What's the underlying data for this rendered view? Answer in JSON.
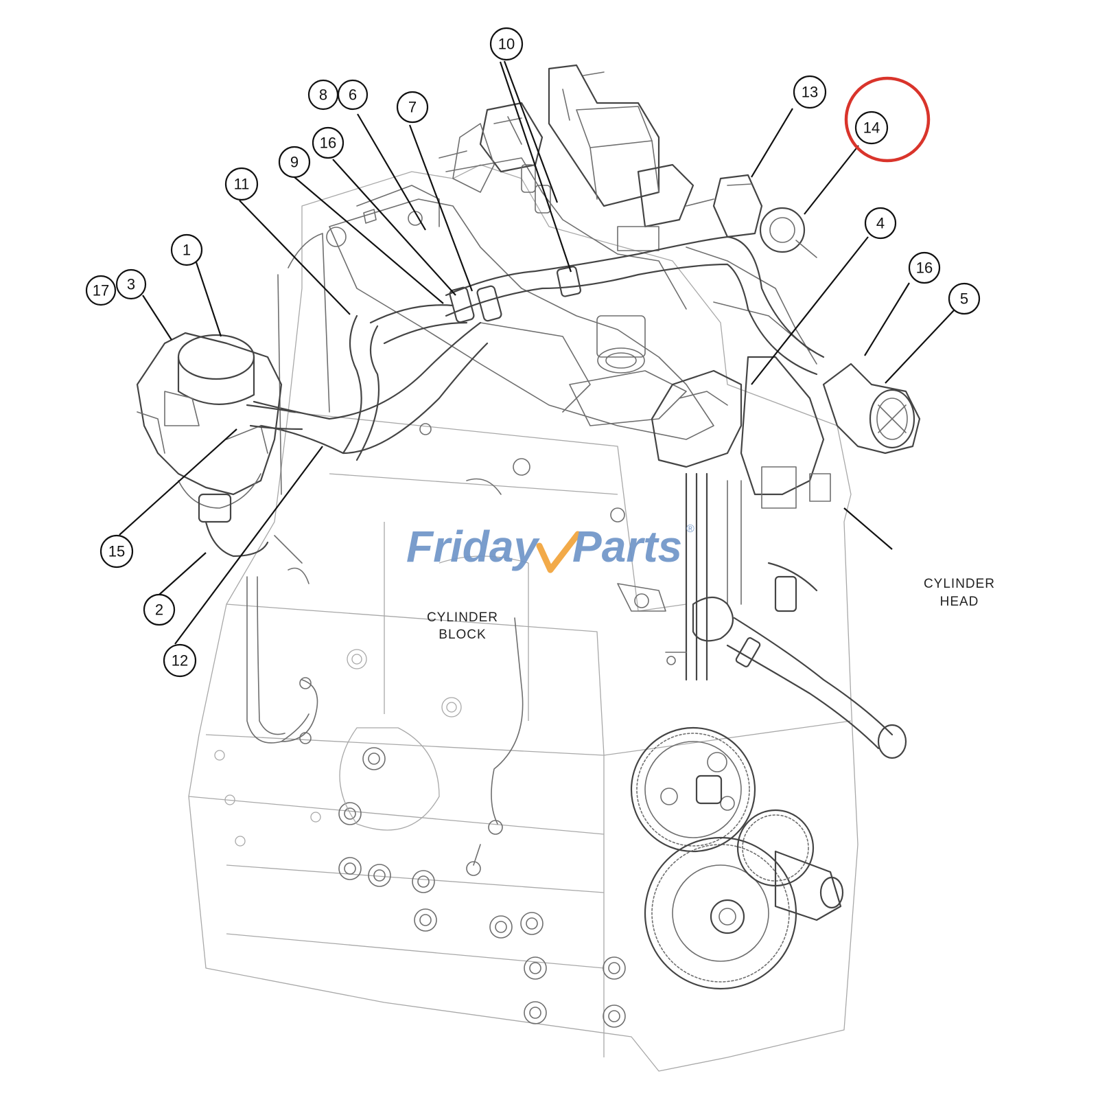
{
  "diagram": {
    "callouts": [
      {
        "id": "c1",
        "text": "1"
      },
      {
        "id": "c2",
        "text": "2"
      },
      {
        "id": "c3",
        "text": "3"
      },
      {
        "id": "c4",
        "text": "4"
      },
      {
        "id": "c5",
        "text": "5"
      },
      {
        "id": "c6",
        "text": "6"
      },
      {
        "id": "c7",
        "text": "7"
      },
      {
        "id": "c8",
        "text": "8"
      },
      {
        "id": "c9",
        "text": "9"
      },
      {
        "id": "c10",
        "text": "10"
      },
      {
        "id": "c11",
        "text": "11"
      },
      {
        "id": "c12",
        "text": "12"
      },
      {
        "id": "c13",
        "text": "13"
      },
      {
        "id": "c14",
        "text": "14"
      },
      {
        "id": "c15",
        "text": "15"
      },
      {
        "id": "c16a",
        "text": "16"
      },
      {
        "id": "c16b",
        "text": "16"
      },
      {
        "id": "c17",
        "text": "17"
      }
    ],
    "labels": {
      "cylinder_block": [
        "CYLINDER",
        "BLOCK"
      ],
      "cylinder_head": [
        "CYLINDER",
        "HEAD"
      ]
    },
    "highlight": {
      "callout": "14",
      "color": "#d9342b"
    }
  },
  "watermark": {
    "part1": "Friday",
    "part2": "Parts",
    "registered_mark": "®",
    "colors": {
      "text": "#6f95c8",
      "check": "#f1a33a"
    }
  }
}
